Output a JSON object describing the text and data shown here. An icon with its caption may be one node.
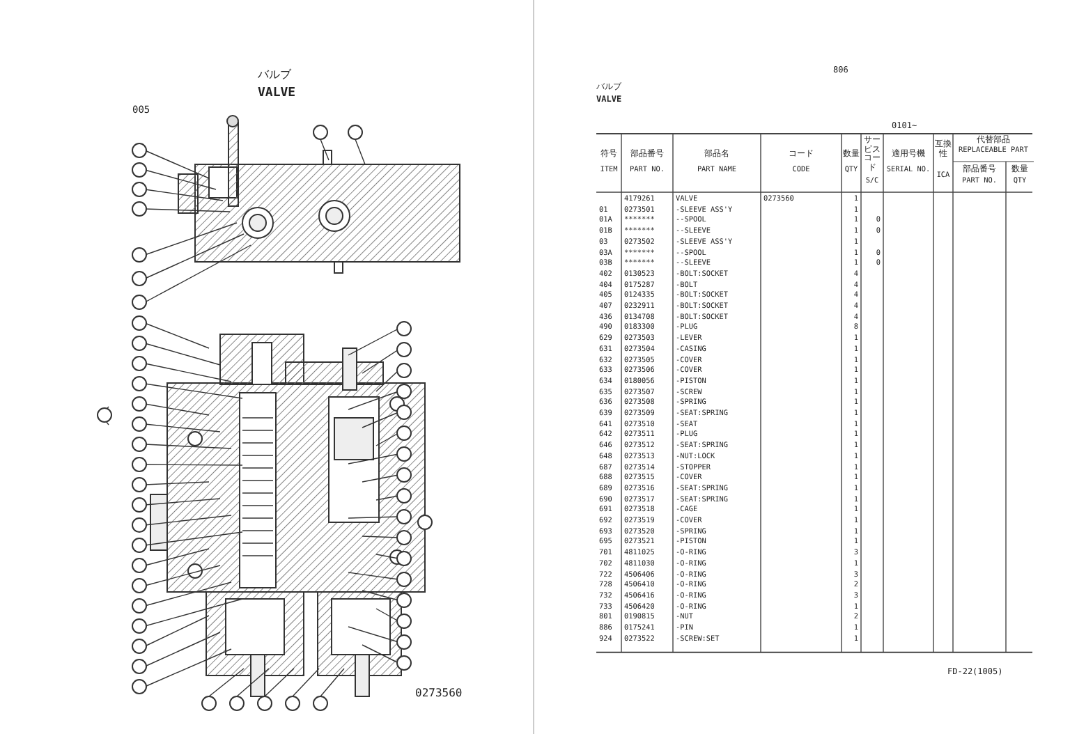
{
  "diagram": {
    "labels": [
      "005",
      "バルブ",
      "VALVE",
      "0273560",
      "806",
      "バルブ",
      "VALVE",
      "0101~",
      "符号",
      "ITEM",
      "部品番号",
      "PART NO.",
      "部品名",
      "PART NAME",
      "コード",
      "CODE",
      "数量",
      "QTY",
      "サービスコード",
      "S/C",
      "適用号機",
      "SERIAL NO.",
      "互換性",
      "ICA",
      "代替部品",
      "REPLACEABLE PART",
      "部品番号",
      "PART NO.",
      "数量",
      "QTY",
      "4179261",
      "VALVE",
      "0273560",
      "1",
      "01",
      "0273501",
      "-SLEEVE ASS'Y",
      "1",
      "01A",
      "*******",
      "--SPOOL",
      "1",
      "0",
      "01B",
      "*******",
      "--SLEEVE",
      "1",
      "0",
      "03",
      "0273502",
      "-SLEEVE ASS'Y",
      "1",
      "03A",
      "*******",
      "--SPOOL",
      "1",
      "0",
      "03B",
      "*******",
      "--SLEEVE",
      "1",
      "0",
      "402",
      "0130523",
      "-BOLT:SOCKET",
      "4",
      "404",
      "0175287",
      "-BOLT",
      "4",
      "405",
      "0124335",
      "-BOLT:SOCKET",
      "4",
      "407",
      "0232911",
      "-BOLT:SOCKET",
      "4",
      "436",
      "0134708",
      "-BOLT:SOCKET",
      "4",
      "490",
      "0183300",
      "-PLUG",
      "8",
      "629",
      "0273503",
      "-LEVER",
      "1",
      "631",
      "0273504",
      "-CASING",
      "1",
      "632",
      "0273505",
      "-COVER",
      "1",
      "633",
      "0273506",
      "-COVER",
      "1",
      "634",
      "0180056",
      "-PISTON",
      "1",
      "635",
      "0273507",
      "-SCREW",
      "1",
      "636",
      "0273508",
      "-SPRING",
      "1",
      "639",
      "0273509",
      "-SEAT:SPRING",
      "1",
      "641",
      "0273510",
      "-SEAT",
      "1",
      "642",
      "0273511",
      "-PLUG",
      "1",
      "646",
      "0273512",
      "-SEAT:SPRING",
      "1",
      "648",
      "0273513",
      "-NUT:LOCK",
      "1",
      "687",
      "0273514",
      "-STOPPER",
      "1",
      "688",
      "0273515",
      "-COVER",
      "1",
      "689",
      "0273516",
      "-SEAT:SPRING",
      "1",
      "690",
      "0273517",
      "-SEAT:SPRING",
      "1",
      "691",
      "0273518",
      "-CAGE",
      "1",
      "692",
      "0273519",
      "-COVER",
      "1",
      "693",
      "0273520",
      "-SPRING",
      "1",
      "695",
      "0273521",
      "-PISTON",
      "1",
      "701",
      "4811025",
      "-O-RING",
      "3",
      "702",
      "4811030",
      "-O-RING",
      "1",
      "722",
      "4506406",
      "-O-RING",
      "3",
      "728",
      "4506410",
      "-O-RING",
      "2",
      "732",
      "4506416",
      "-O-RING",
      "3",
      "733",
      "4506420",
      "-O-RING",
      "1",
      "801",
      "0190815",
      "-NUT",
      "2",
      "886",
      "0175241",
      "-PIN",
      "1",
      "924",
      "0273522",
      "-SCREW:SET",
      "1",
      "FD-22(1005)"
    ]
  }
}
